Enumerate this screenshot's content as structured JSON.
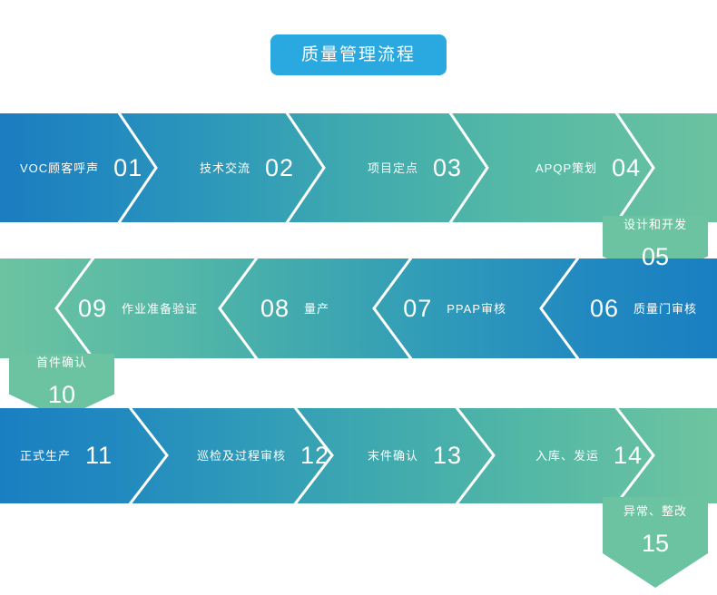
{
  "title": {
    "text": "质量管理流程",
    "badge_color": "#29a9e0",
    "text_color": "#ffffff"
  },
  "palette": {
    "blue": "#1b7cc0",
    "teal": "#40aaae",
    "green": "#6cc3a1",
    "chevron_stroke": "#ffffff"
  },
  "rows": [
    {
      "id": "row1",
      "direction": "left-to-right",
      "steps": [
        {
          "number": "01",
          "label": "VOC顾客呼声"
        },
        {
          "number": "02",
          "label": "技术交流"
        },
        {
          "number": "03",
          "label": "项目定点"
        },
        {
          "number": "04",
          "label": "APQP策划"
        }
      ]
    },
    {
      "id": "row2",
      "direction": "right-to-left",
      "steps": [
        {
          "number": "09",
          "label": "作业准备验证"
        },
        {
          "number": "08",
          "label": "量产"
        },
        {
          "number": "07",
          "label": "PPAP审核"
        },
        {
          "number": "06",
          "label": "质量门审核"
        }
      ]
    },
    {
      "id": "row3",
      "direction": "left-to-right",
      "steps": [
        {
          "number": "11",
          "label": "正式生产"
        },
        {
          "number": "12",
          "label": "巡检及过程审核"
        },
        {
          "number": "13",
          "label": "末件确认"
        },
        {
          "number": "14",
          "label": "入库、发运"
        }
      ]
    }
  ],
  "connectors": [
    {
      "id": "conn05",
      "number": "05",
      "label": "设计和开发",
      "position": "right"
    },
    {
      "id": "conn10",
      "number": "10",
      "label": "首件确认",
      "position": "left"
    },
    {
      "id": "conn15",
      "number": "15",
      "label": "异常、整改",
      "position": "right"
    }
  ]
}
